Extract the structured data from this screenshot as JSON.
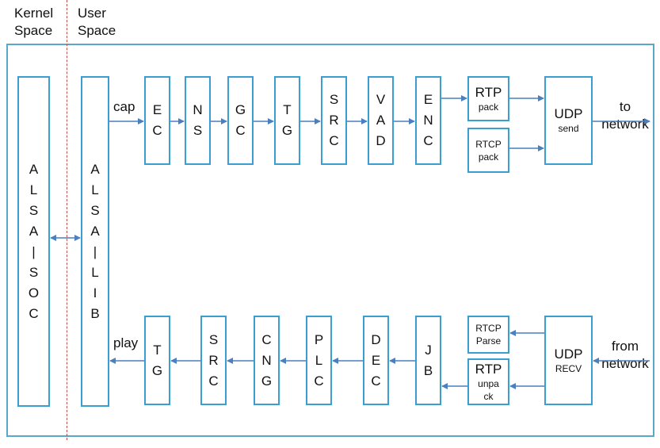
{
  "header": {
    "kernel_label": "Kernel\nSpace",
    "user_label": "User\nSpace"
  },
  "left": {
    "alsa_soc": "A\nL\nS\nA\n|\nS\nO\nC",
    "alsa_lib": "A\nL\nS\nA\n|\nL\nI\nB"
  },
  "capture": {
    "label": "cap",
    "blocks": [
      "E\nC",
      "N\nS",
      "G\nC",
      "T\nG",
      "S\nR\nC",
      "V\nA\nD",
      "E\nN\nC"
    ],
    "rtp_pack_title": "RTP",
    "rtp_pack_sub": "pack",
    "rtcp_pack": "RTCP\npack",
    "udp_send_title": "UDP",
    "udp_send_sub": "send",
    "to_network": "to\nnetwork"
  },
  "playback": {
    "label": "play",
    "blocks": [
      "T\nG",
      "S\nR\nC",
      "C\nN\nG",
      "P\nL\nC",
      "D\nE\nC",
      "J\nB"
    ],
    "rtcp_parse": "RTCP\nParse",
    "rtp_unpack_title": "RTP",
    "rtp_unpack_sub": "unpa\nck",
    "udp_recv_title": "UDP",
    "udp_recv_sub": "RECV",
    "from_network": "from\nnetwork"
  },
  "colors": {
    "box_border": "#3a9fd0",
    "arrow": "#4a7fc0",
    "frame": "#5aa7c9",
    "divider": "#c0504d"
  }
}
